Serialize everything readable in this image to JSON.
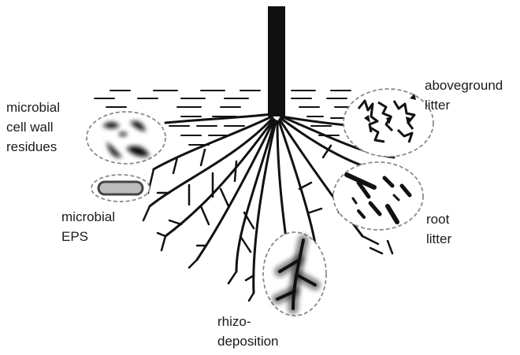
{
  "labels": {
    "microbial_cell_wall": [
      "microbial",
      "cell wall",
      "residues"
    ],
    "microbial_eps": [
      "microbial",
      "EPS"
    ],
    "aboveground_litter": [
      "aboveground",
      "litter"
    ],
    "root_litter": [
      "root",
      "litter"
    ],
    "rhizodeposition": [
      "rhizo-",
      "deposition"
    ]
  },
  "colors": {
    "root": "#111111",
    "ellipse_border": "#8a8a8a",
    "text": "#1a1a1a"
  }
}
